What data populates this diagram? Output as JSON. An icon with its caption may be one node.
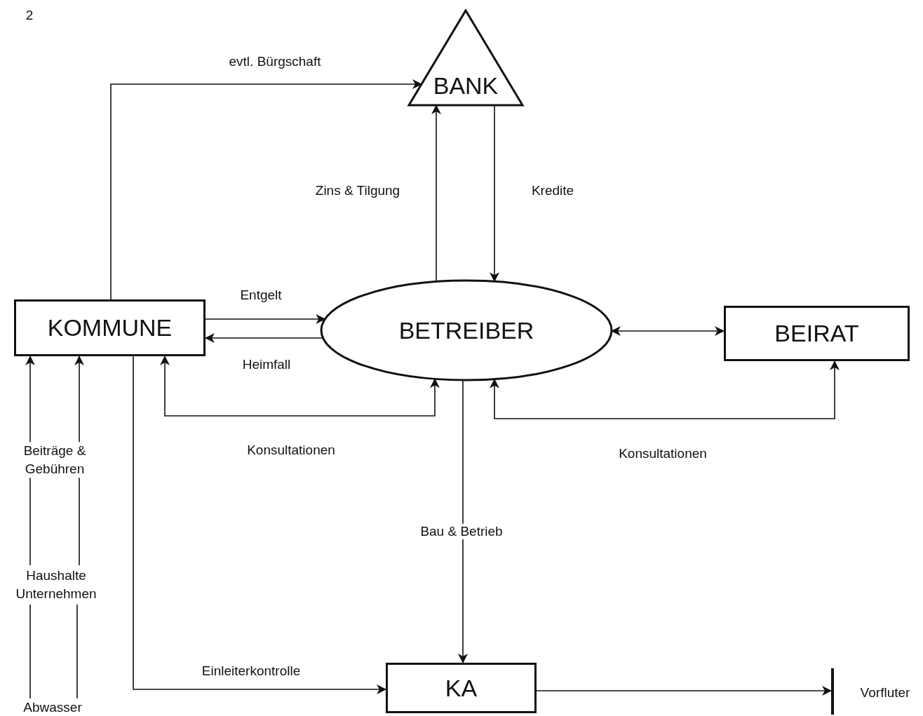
{
  "diagram": {
    "nodes": [
      {
        "text": [
          "BANK"
        ]
      },
      {
        "text": [
          "KOMMUNE"
        ]
      },
      {
        "text": [
          "BETREIBER"
        ]
      },
      {
        "text": [
          "BEIRAT"
        ]
      },
      {
        "text": [
          "KA"
        ]
      },
      {
        "text": [
          "Haushalte Unternehmen"
        ]
      },
      {
        "text": [
          "Abwasser"
        ]
      },
      {
        "text": [],
        "shape": "bar",
        "beside": [
          "Vorfluter"
        ]
      }
    ],
    "edges": [
      {
        "from": 1,
        "to": 0,
        "arrow": "to",
        "label": "evtl. Bürgschaft"
      },
      {
        "from": 2,
        "to": 0,
        "arrow": "to",
        "label": "Zins & Tilgung"
      },
      {
        "from": 0,
        "to": 2,
        "arrow": "to",
        "label": "Kredite"
      },
      {
        "from": 1,
        "to": 2,
        "arrow": "to",
        "label": "Entgelt"
      },
      {
        "from": 2,
        "to": 1,
        "arrow": "to",
        "label": "Heimfall"
      },
      {
        "from": 1,
        "to": 2,
        "arrow": "both",
        "label": "Konsultationen"
      },
      {
        "from": 2,
        "to": 3,
        "arrow": "both"
      },
      {
        "from": 2,
        "to": 3,
        "arrow": "both",
        "label": "Konsultationen"
      },
      {
        "from": 2,
        "to": 4,
        "arrow": "to",
        "label": "Bau & Betrieb"
      },
      {
        "from": 1,
        "to": 4,
        "arrow": "to",
        "label": "Einleiterkontrolle"
      },
      {
        "from": 4,
        "to": 7,
        "arrow": "to"
      },
      {
        "from": 5,
        "to": 1,
        "arrow": "to"
      },
      {
        "from": 5,
        "to": 1,
        "arrow": "to"
      },
      {
        "from": 6,
        "to": 5,
        "arrow": "none"
      },
      {
        "from": 6,
        "to": 5,
        "arrow": "none"
      }
    ],
    "labels": [
      "2",
      "Beiträge & Gebühren"
    ]
  }
}
